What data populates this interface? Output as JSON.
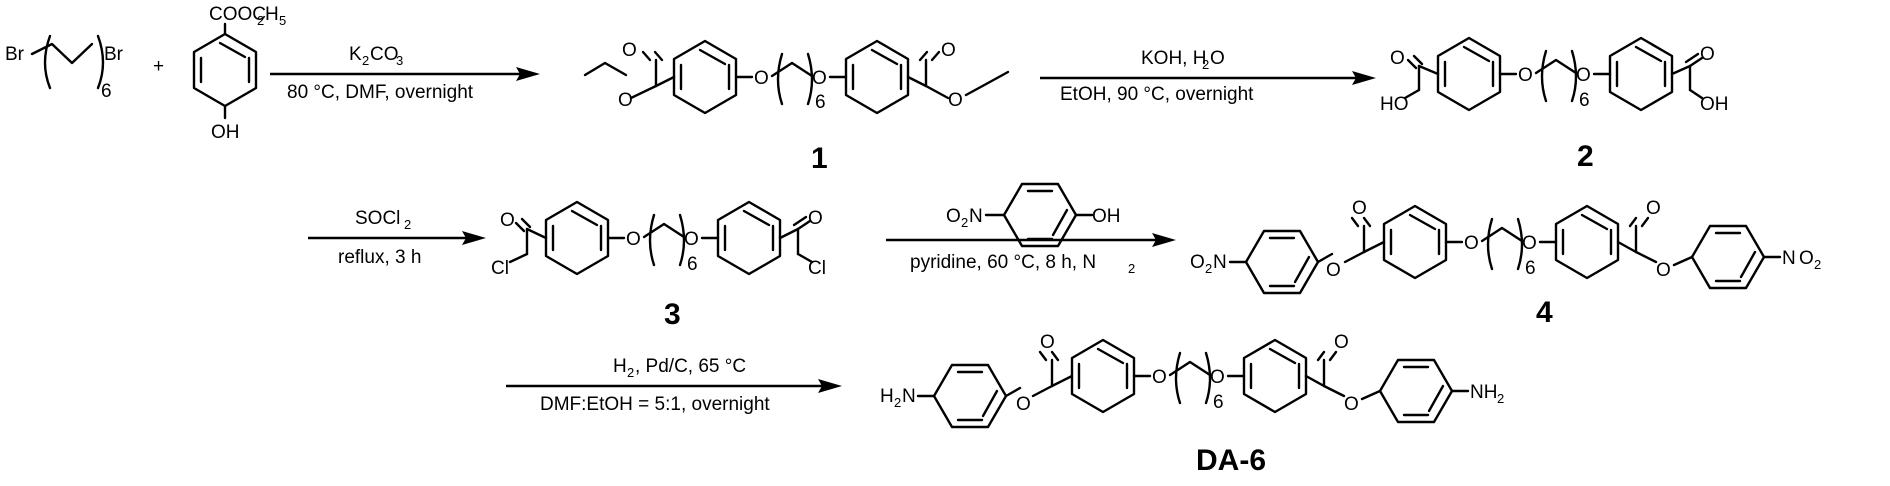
{
  "molecule_labels": {
    "br": "Br",
    "n6": "6",
    "plus": "+",
    "cooc2h5": "COOC",
    "c2h5_sub": "2",
    "h5": "H",
    "h5_sub": "5",
    "oh": "OH",
    "o": "O",
    "ho": "HO",
    "cl": "Cl",
    "o2n_o": "O",
    "o2n_sub": "2",
    "o2n_n": "N",
    "no2_n": "N",
    "no2_o": "O",
    "no2_sub": "2",
    "h2n_h": "H",
    "h2n_sub": "2",
    "h2n_n": "N",
    "nh2_n": "NH",
    "nh2_sub": "2"
  },
  "steps": {
    "step1": {
      "above_main": "K",
      "above_sub": "2",
      "above_tail": "CO",
      "above_sub2": "3",
      "below": "80 °C, DMF, overnight"
    },
    "step2": {
      "above_main": "KOH, H",
      "above_sub": "2",
      "above_tail": "O",
      "below": "EtOH, 90 °C, overnight"
    },
    "step3": {
      "above_main": "SOCl",
      "above_sub": "2",
      "below": "reflux, 3 h"
    },
    "step4": {
      "above_reagent": "4-nitrophenol",
      "below_main": "pyridine, 60 °C, 8 h, N",
      "below_sub": "2"
    },
    "step5": {
      "above_main": "H",
      "above_sub": "2",
      "above_tail": ", Pd/C, 65 °C",
      "below": "DMF:EtOH = 5:1, overnight"
    }
  },
  "compounds": [
    "1",
    "2",
    "3",
    "4",
    "DA-6"
  ]
}
